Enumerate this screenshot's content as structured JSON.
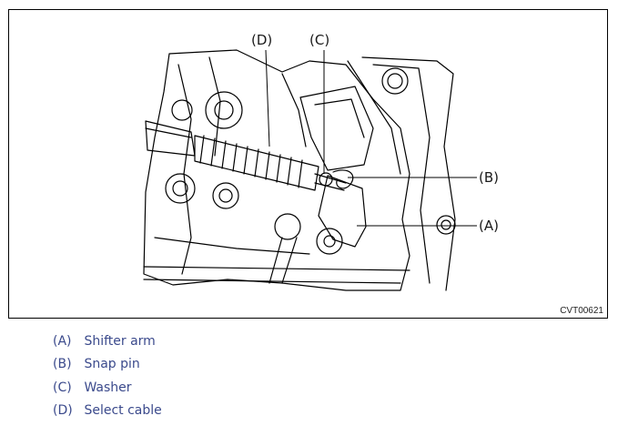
{
  "figure": {
    "callouts": [
      {
        "id": "D",
        "text": "(D)"
      },
      {
        "id": "C",
        "text": "(C)"
      },
      {
        "id": "B",
        "text": "(B)"
      },
      {
        "id": "A",
        "text": "(A)"
      }
    ],
    "code": "CVT00621"
  },
  "legend": [
    {
      "key": "(A)",
      "label": "Shifter arm"
    },
    {
      "key": "(B)",
      "label": "Snap pin"
    },
    {
      "key": "(C)",
      "label": "Washer"
    },
    {
      "key": "(D)",
      "label": "Select cable"
    }
  ]
}
